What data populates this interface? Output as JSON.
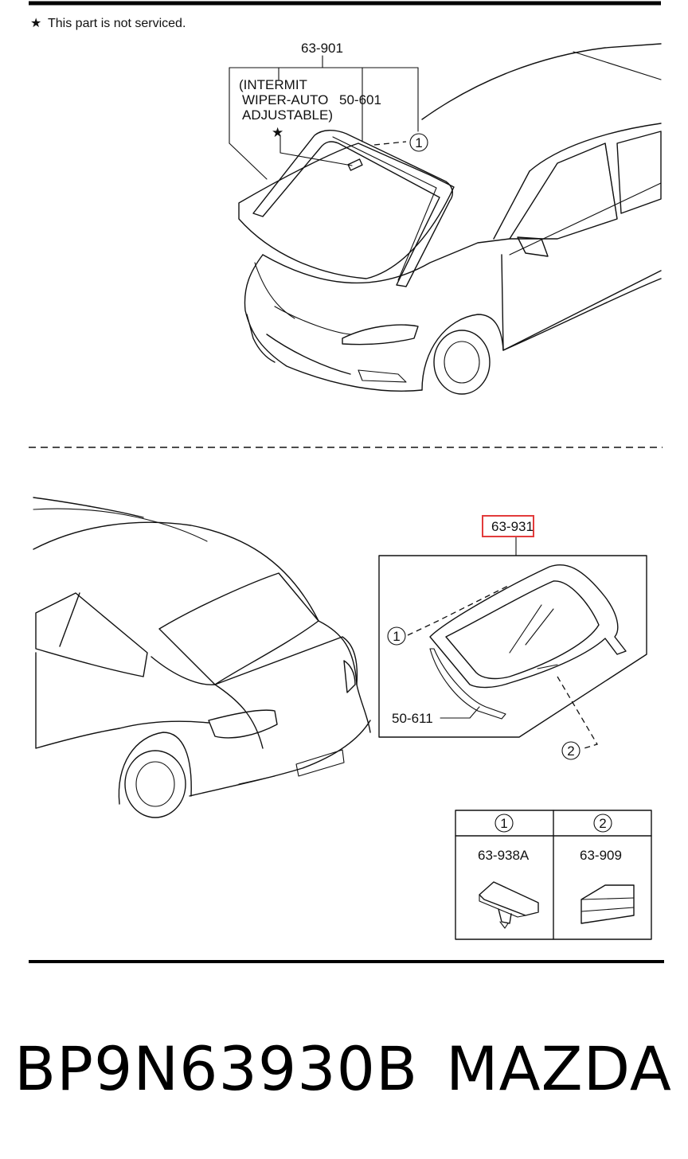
{
  "note": {
    "star": "★",
    "text": "This part is not serviced."
  },
  "front_section": {
    "labels": {
      "part_63_901": "63-901",
      "intermit_line1": "(INTERMIT",
      "intermit_line2": "WIPER-AUTO",
      "intermit_line3": "ADJUSTABLE)",
      "part_50_601": "50-601",
      "star": "★",
      "callout_1": "1"
    }
  },
  "rear_section": {
    "labels": {
      "part_63_931": "63-931",
      "callout_1": "1",
      "part_50_611": "50-611",
      "callout_2": "2"
    },
    "highlight_color": "#e23b3b"
  },
  "legend": {
    "headers": [
      "1",
      "2"
    ],
    "parts": [
      "63-938A",
      "63-909"
    ]
  },
  "footer": {
    "part_number": "BP9N63930B",
    "brand": "MAZDA"
  }
}
